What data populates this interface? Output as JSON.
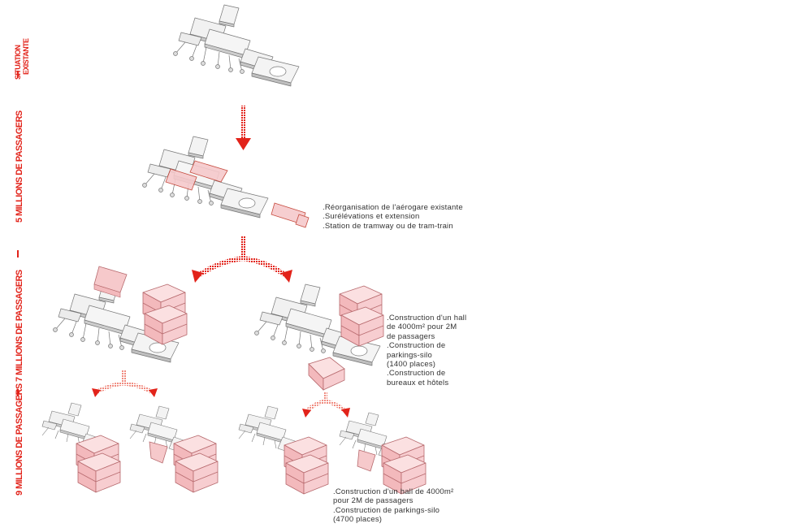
{
  "colors": {
    "accent": "#e2231a",
    "pink_fill": "#f6c9cb",
    "building_fill": "#f1f1f1",
    "outline": "#777777"
  },
  "labels": {
    "situation_line1": "SITUATION",
    "situation_line2": "EXISTANTE",
    "phase_5": "5 MILLIONS DE PASSAGERS",
    "phase_7": "7 MILLIONS DE PASSAGERS",
    "phase_9": "9 MILLIONS DE PASSAGERS"
  },
  "notes": {
    "phase_5": ".Réorganisation de l'aérogare existante\n.Surélévations et extension\n.Station de tramway ou de tram-train",
    "phase_7": ".Construction d'un hall\nde 4000m² pour 2M\nde passagers\n.Construction de\nparkings-silo\n(1400 places)\n.Construction de\nbureaux et hôtels",
    "phase_9": ".Construction d'un hall de 4000m²\npour 2M de passagers\n.Construction de parkings-silo\n(4700 places)"
  }
}
